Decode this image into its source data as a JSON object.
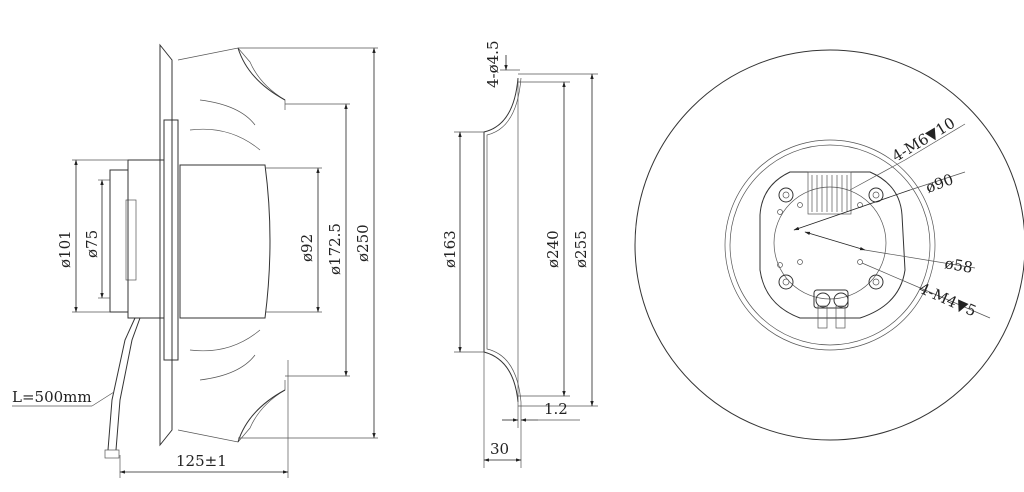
{
  "side_view": {
    "labels": {
      "d101": "ø101",
      "d75": "ø75",
      "d92": "ø92",
      "d172": "ø172.5",
      "d250": "ø250",
      "cable": "L=500mm",
      "depth": "125±1"
    }
  },
  "section_view": {
    "labels": {
      "hole": "4-ø4.5",
      "d163": "ø163",
      "d240": "ø240",
      "d255": "ø255",
      "thickness": "1.2",
      "height": "30"
    }
  },
  "front_view": {
    "labels": {
      "m6": "4-M6▼10",
      "d90": "ø90",
      "d58": "ø58",
      "m4": "4-M4▼5"
    }
  }
}
